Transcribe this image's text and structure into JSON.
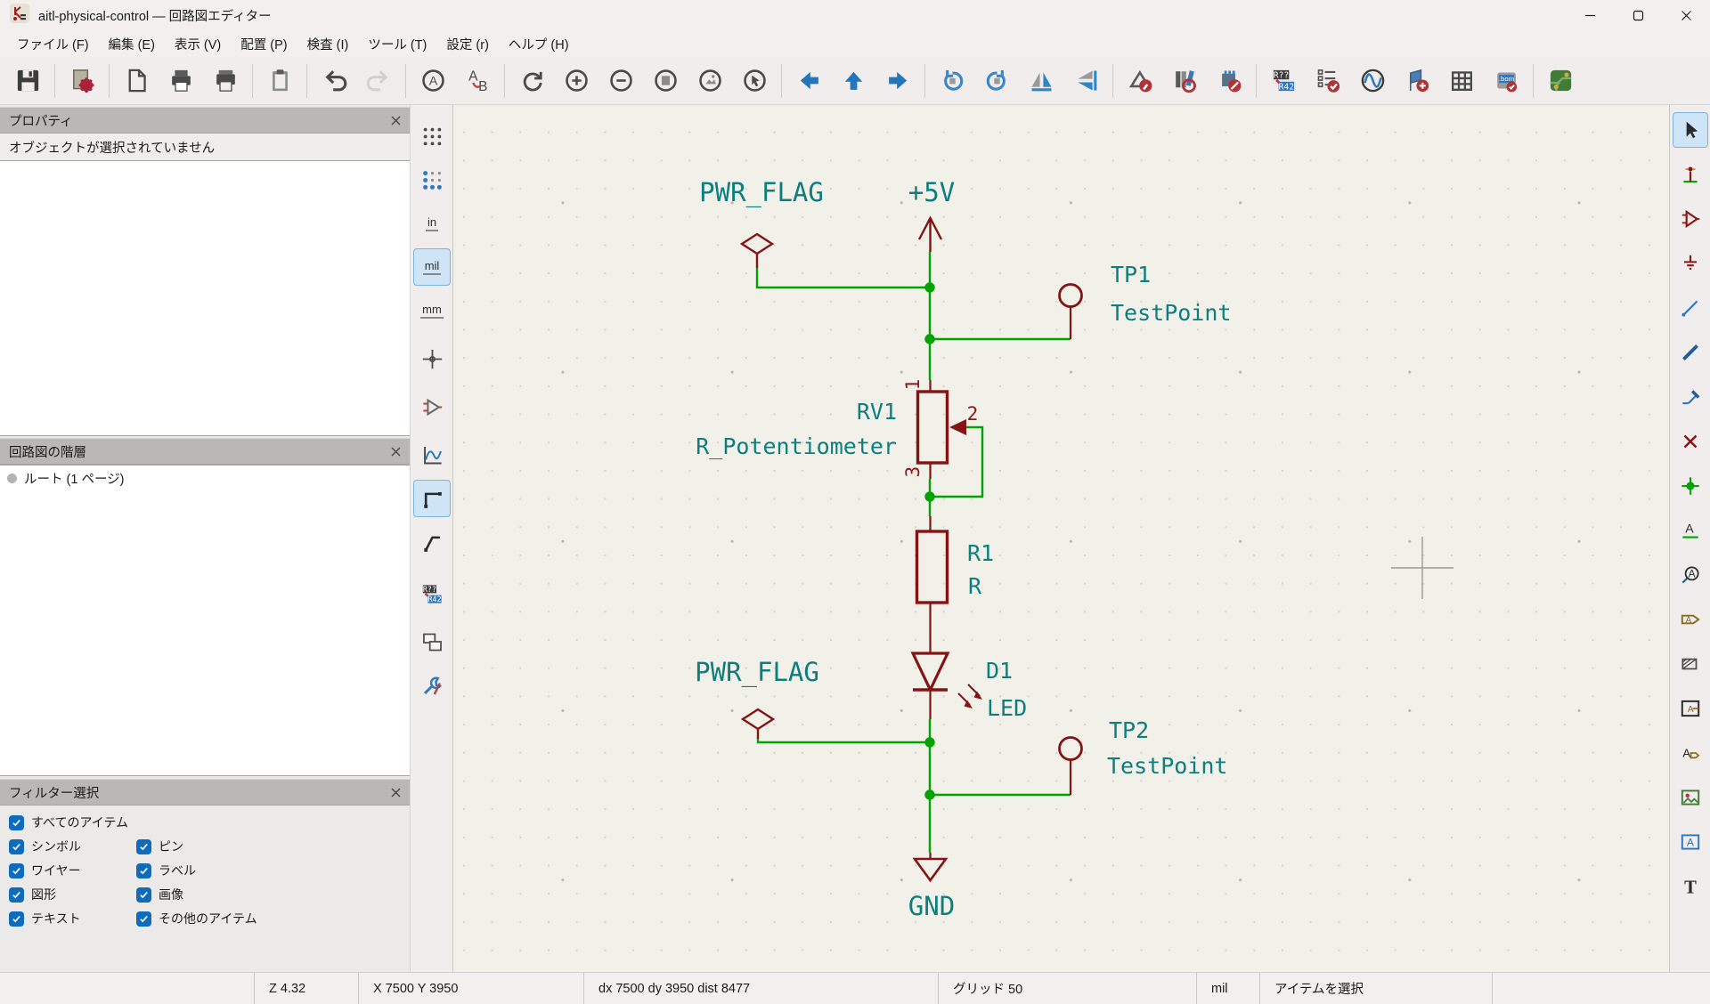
{
  "window": {
    "title": "aitl-physical-control — 回路図エディター"
  },
  "menu": {
    "items": [
      {
        "id": "file",
        "label": "ファイル (F)"
      },
      {
        "id": "edit",
        "label": "編集 (E)"
      },
      {
        "id": "view",
        "label": "表示 (V)"
      },
      {
        "id": "place",
        "label": "配置 (P)"
      },
      {
        "id": "inspect",
        "label": "検査 (I)"
      },
      {
        "id": "tools",
        "label": "ツール (T)"
      },
      {
        "id": "preferences",
        "label": "設定 (r)"
      },
      {
        "id": "help",
        "label": "ヘルプ (H)"
      }
    ]
  },
  "toolbar": {
    "groups": [
      [
        "save"
      ],
      [
        "sheet-settings"
      ],
      [
        "new-sheet",
        "print",
        "plot"
      ],
      [
        "paste"
      ],
      [
        "undo",
        "redo"
      ],
      [
        "find",
        "find-replace"
      ],
      [
        "refresh",
        "zoom-in",
        "zoom-out",
        "zoom-fit",
        "zoom-objects",
        "zoom-selection"
      ],
      [
        "nav-back",
        "nav-up",
        "nav-forward"
      ],
      [
        "rotate-ccw",
        "rotate-cw",
        "mirror-h",
        "mirror-v"
      ],
      [
        "edit-symbol",
        "browse-libraries",
        "edit-footprints"
      ],
      [
        "annotate",
        "erc",
        "simulator",
        "sim-probe",
        "fields-table",
        "bom"
      ],
      [
        "open-pcb"
      ]
    ],
    "disabled": [
      "redo"
    ]
  },
  "left_toolbar": {
    "items": [
      {
        "id": "grid-visibility"
      },
      {
        "id": "grid-override"
      },
      {
        "id": "units-inch",
        "label": "in"
      },
      {
        "id": "units-mil",
        "label": "mil",
        "selected": true
      },
      {
        "id": "units-mm",
        "label": "mm"
      },
      {
        "id": "full-crosshair"
      },
      {
        "id": "hidden-pins"
      },
      {
        "id": "graphic-mode"
      },
      {
        "id": "hv-wires",
        "selected": true
      },
      {
        "id": "any-angle-wires"
      },
      {
        "id": "annotate-auto"
      },
      {
        "id": "hierarchy-navigator"
      },
      {
        "id": "tools-settings"
      }
    ]
  },
  "right_toolbar": {
    "items": [
      {
        "id": "select-tool",
        "selected": true
      },
      {
        "id": "highlight-net-tool"
      },
      {
        "id": "add-symbol"
      },
      {
        "id": "add-power"
      },
      {
        "id": "add-wire"
      },
      {
        "id": "add-bus"
      },
      {
        "id": "wire-bus-entry"
      },
      {
        "id": "no-connect"
      },
      {
        "id": "add-junction"
      },
      {
        "id": "net-label"
      },
      {
        "id": "directive-label"
      },
      {
        "id": "global-label"
      },
      {
        "id": "hierarchical-label"
      },
      {
        "id": "hierarchical-sheet"
      },
      {
        "id": "import-sheet-pin"
      },
      {
        "id": "add-image"
      },
      {
        "id": "add-textbox"
      },
      {
        "id": "add-text"
      }
    ]
  },
  "panels": {
    "properties": {
      "title": "プロパティ",
      "message": "オブジェクトが選択されていません"
    },
    "hierarchy": {
      "title": "回路図の階層",
      "items": [
        {
          "label": "ルート (1 ページ)"
        }
      ]
    },
    "filter": {
      "title": "フィルター選択",
      "items": [
        {
          "label": "すべてのアイテム",
          "checked": true,
          "wide": true
        },
        {
          "label": "シンボル",
          "checked": true
        },
        {
          "label": "ピン",
          "checked": true
        },
        {
          "label": "ワイヤー",
          "checked": true
        },
        {
          "label": "ラベル",
          "checked": true
        },
        {
          "label": "図形",
          "checked": true
        },
        {
          "label": "画像",
          "checked": true
        },
        {
          "label": "テキスト",
          "checked": true
        },
        {
          "label": "その他のアイテム",
          "checked": true
        }
      ]
    }
  },
  "schematic": {
    "colors": {
      "wire": "#00a300",
      "symbol": "#841414",
      "field": "#0d7e7e",
      "pin_number": "#8e1515",
      "background": "#f2f1e9"
    },
    "texts": {
      "pwr_flag_top": "PWR_FLAG",
      "plus5v": "+5V",
      "tp1_ref": "TP1",
      "tp1_value": "TestPoint",
      "rv1_ref": "RV1",
      "rv1_value": "R_Potentiometer",
      "pin1": "1",
      "pin2": "2",
      "pin3": "3",
      "r1_ref": "R1",
      "r1_value": "R",
      "d1_ref": "D1",
      "d1_value": "LED",
      "pwr_flag_bottom": "PWR_FLAG",
      "tp2_ref": "TP2",
      "tp2_value": "TestPoint",
      "gnd": "GND"
    }
  },
  "statusbar": {
    "fields": [
      {
        "id": "zoom-level",
        "text": "Z 4.32"
      },
      {
        "id": "cursor-pos",
        "text": "X 7500  Y 3950"
      },
      {
        "id": "relative-pos",
        "text": "dx 7500  dy 3950  dist 8477"
      },
      {
        "id": "grid",
        "text": "グリッド 50"
      },
      {
        "id": "units",
        "text": "mil"
      },
      {
        "id": "hint",
        "text": "アイテムを選択"
      }
    ]
  }
}
